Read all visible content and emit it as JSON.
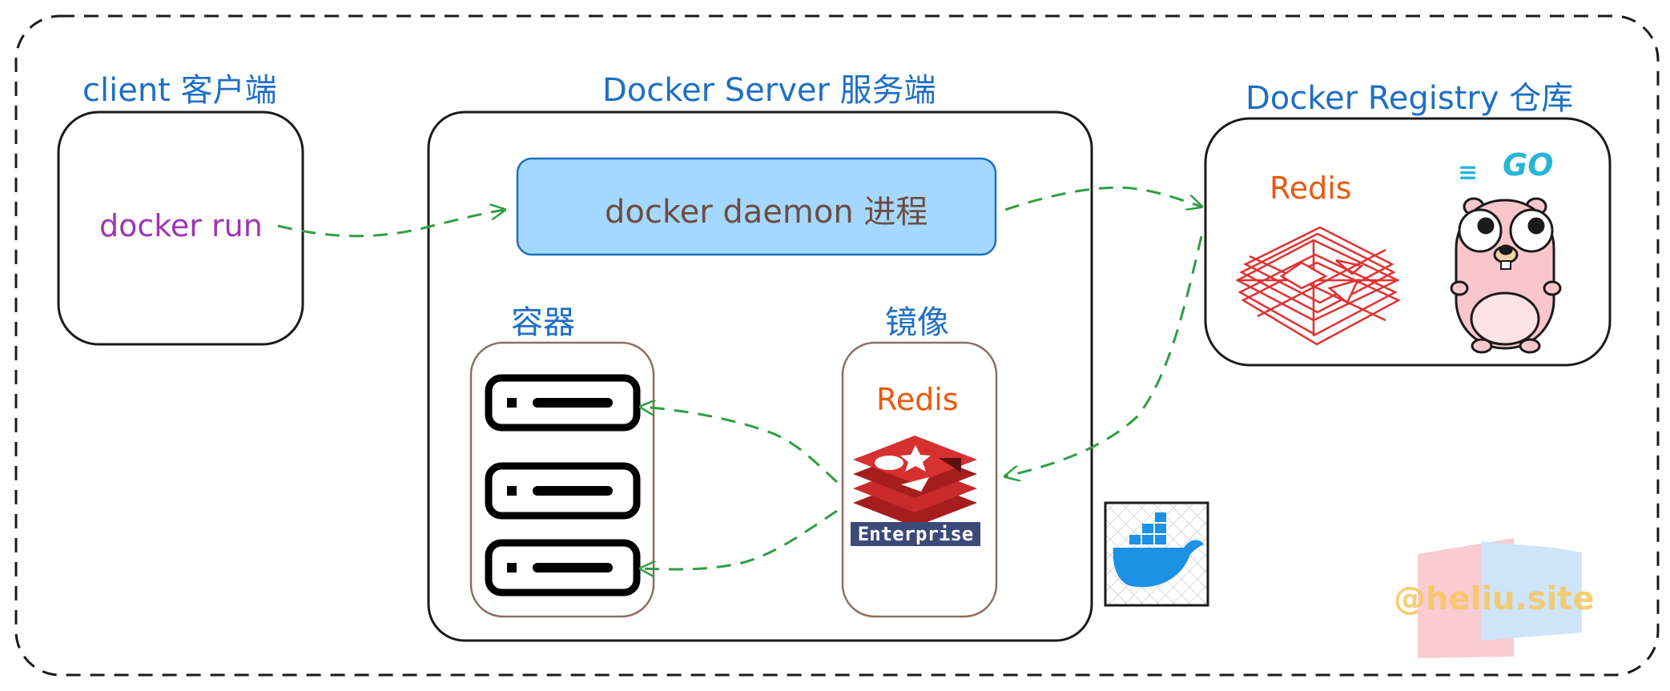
{
  "client": {
    "title": "client 客户端",
    "command": "docker run"
  },
  "server": {
    "title": "Docker Server 服务端",
    "daemon": "docker daemon 进程",
    "containers_label": "容器",
    "images_label": "镜像",
    "image_name": "Redis",
    "image_badge": "Enterprise"
  },
  "registry": {
    "title": "Docker Registry 仓库",
    "redis_label": "Redis",
    "go_logo": "GO"
  },
  "watermark": "@heliu.site",
  "colors": {
    "border": "#1a1a1a",
    "arrow": "#2f9e44",
    "title_text": "#1e6fc4",
    "command_text": "#9c36b5",
    "daemon_fill": "#a5d8ff",
    "daemon_text": "#6d4c41",
    "redis_red": "#c92a2a",
    "redis_text": "#e8590c",
    "docker_blue": "#1d91e6",
    "gopher_pink": "#f9c6cc"
  },
  "icons": [
    "server-rack-icon",
    "redis-logo-icon",
    "docker-whale-icon",
    "gopher-icon",
    "redis-wireframe-icon"
  ]
}
